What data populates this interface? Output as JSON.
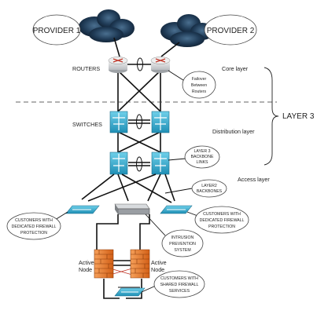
{
  "providers": [
    "PROVIDER 1",
    "PROVIDER 2"
  ],
  "routers_label": "ROUTERS",
  "switches_label": "SWITCHES",
  "core_layer": "Core layer",
  "distribution_layer": "Distribution layer",
  "access_layer": "Access layer",
  "layer3": "LAYER 3",
  "failover": [
    "Failover",
    "Between",
    "Routers"
  ],
  "backbone_l3": [
    "LAYER 3",
    "BACKBONE",
    "LINKS"
  ],
  "backbone_l2": [
    "LAYER2",
    "BACKBONES"
  ],
  "customers_left": [
    "CUSTOMERS WITH",
    "DEDICATED FIREWALL",
    "PROTECTION"
  ],
  "customers_right": [
    "CUSTOMERS WITH",
    "DEDICATED FIREWALL",
    "PROTECTION"
  ],
  "ips": [
    "INTRUSION",
    "PREVENTION",
    "SYSTEM"
  ],
  "customers_shared": [
    "CUSTOMERS WITH",
    "SHARED FIREWALL",
    "SERVICES"
  ],
  "active_node_left": [
    "Active",
    "Node"
  ],
  "active_node_right": [
    "Active",
    "Node"
  ]
}
